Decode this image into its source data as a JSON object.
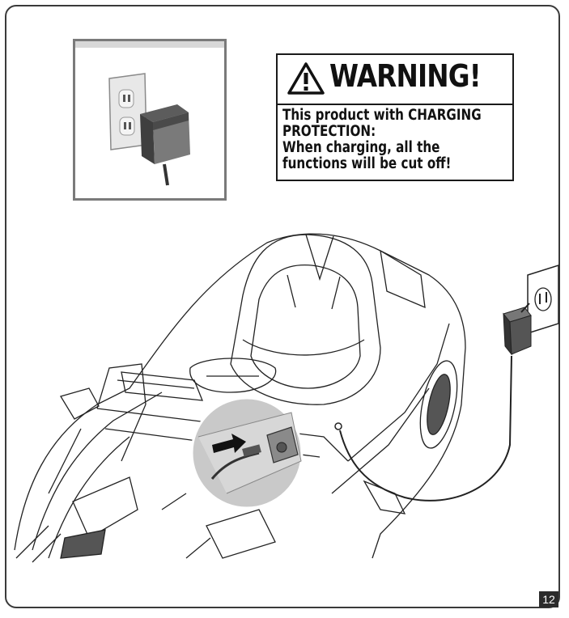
{
  "warning": {
    "title": "WARNING!",
    "lines": [
      "This product with CHARGING",
      "PROTECTION:",
      "When charging, all the",
      "functions will be cut off!"
    ]
  },
  "page_number": "12",
  "icons": {
    "warning": "warning-triangle-icon",
    "outlet": "wall-outlet-icon",
    "adapter": "charger-adapter-icon",
    "arrow": "insert-arrow-icon"
  }
}
